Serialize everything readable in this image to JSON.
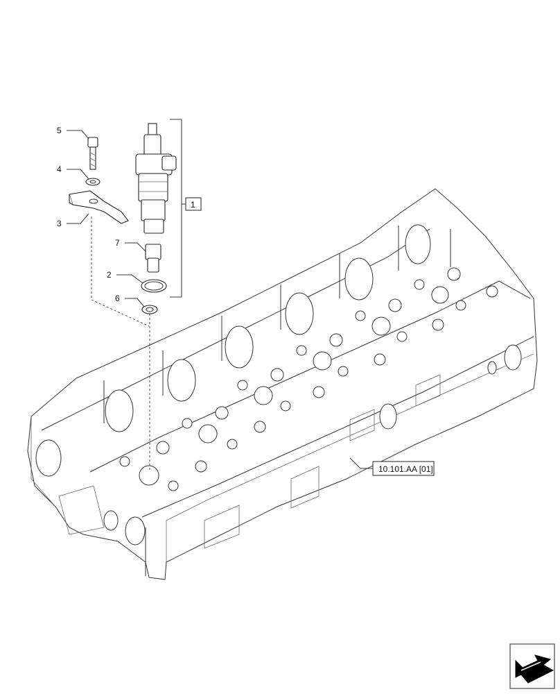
{
  "callouts": {
    "c1": "1",
    "c2": "2",
    "c3": "3",
    "c4": "4",
    "c5": "5",
    "c6": "6",
    "c7": "7"
  },
  "reference": "10.101.AA [01]",
  "nav_icon": "arrow-icon"
}
